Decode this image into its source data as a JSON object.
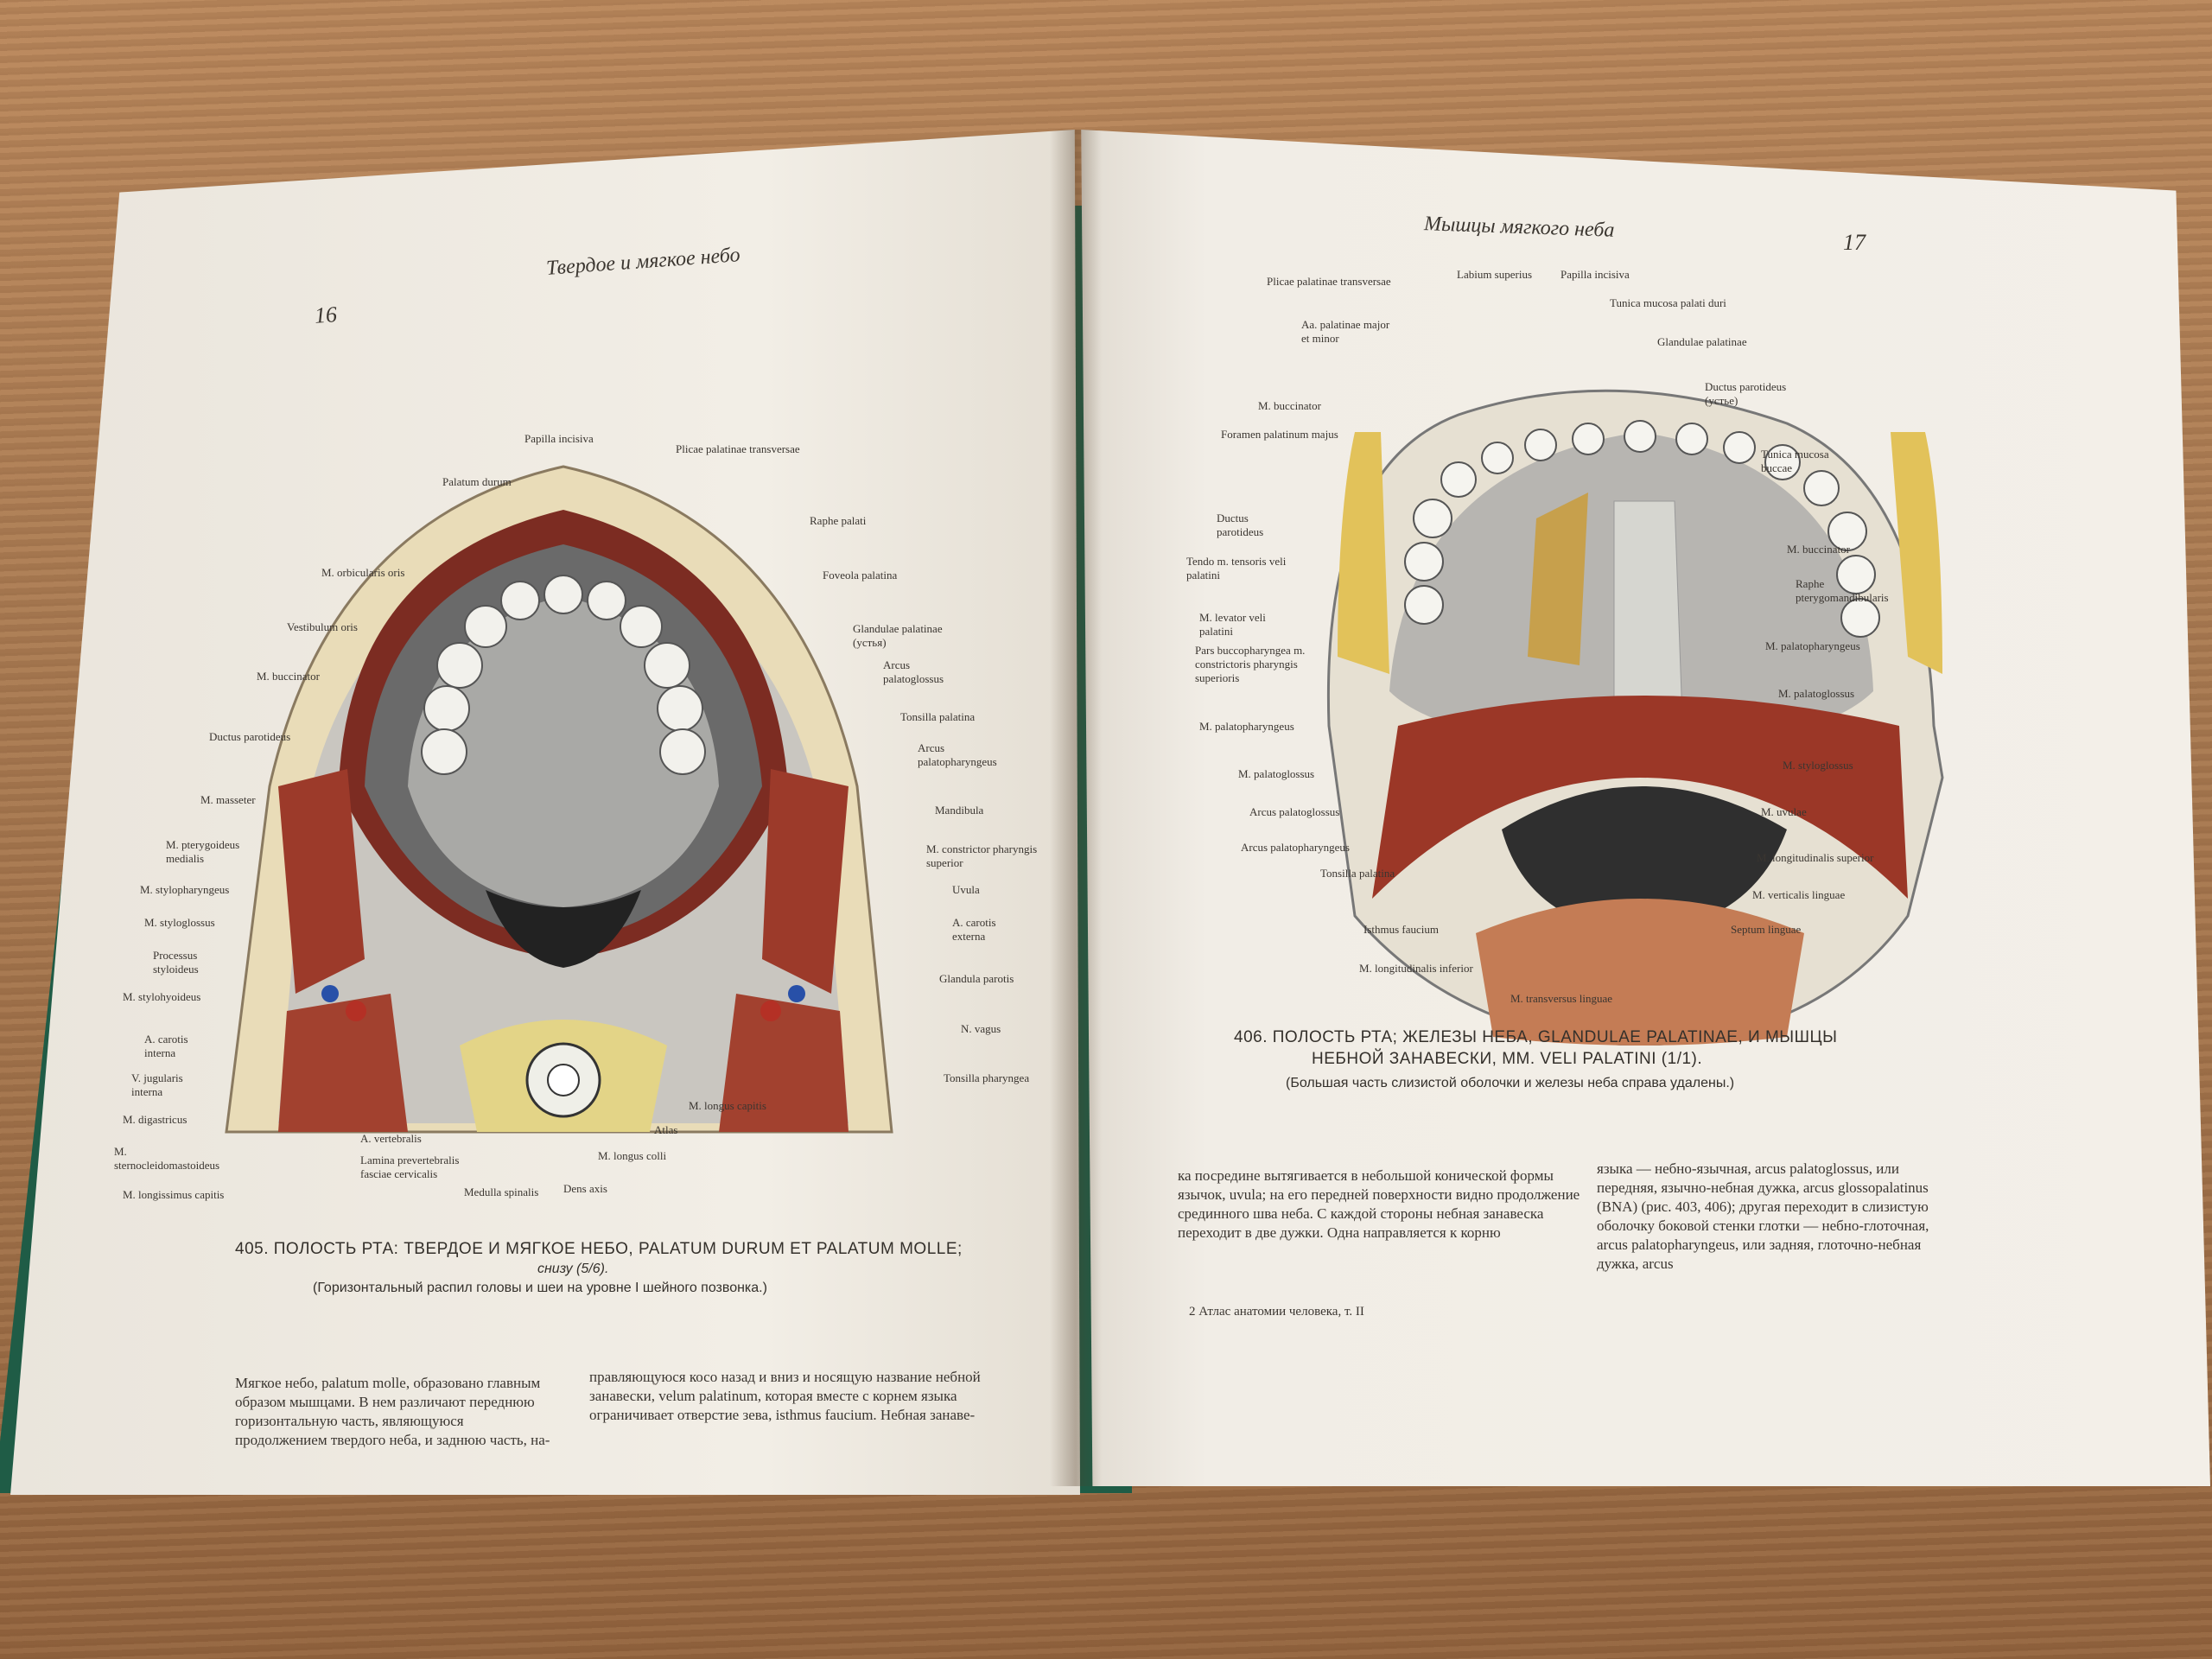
{
  "left_page": {
    "header": "Твердое и мягкое небо",
    "page_number": "16",
    "labels_left": [
      "Palatum durum",
      "M. orbicularis oris",
      "Vestibulum oris",
      "M. buccinator",
      "Ductus parotideus",
      "M. masseter",
      "M. pterygoideus medialis",
      "M. stylopharyngeus",
      "M. styloglossus",
      "Processus styloideus",
      "M. stylohyoideus",
      "A. carotis interna",
      "V. jugularis interna",
      "M. digastricus",
      "M. sternocleidomastoideus",
      "M. longissimus capitis"
    ],
    "labels_right": [
      "Papilla incisiva",
      "Plicae palatinae transversae",
      "Raphe palati",
      "Foveola palatina",
      "Glandulae palatinae (устья)",
      "Arcus palatoglossus",
      "Tonsilla palatina",
      "Arcus palatopharyngeus",
      "Mandibula",
      "M. constrictor pharyngis superior",
      "Uvula",
      "A. carotis externa",
      "Glandula parotis",
      "N. vagus",
      "Tonsilla pharyngea"
    ],
    "labels_bottom": [
      "A. vertebralis",
      "Lamina prevertebralis fasciae cervicalis",
      "Atlas",
      "M. longus capitis",
      "M. longus colli",
      "Medulla spinalis",
      "Dens axis"
    ],
    "caption_title": "405. ПОЛОСТЬ РТА: ТВЕРДОЕ И МЯГКОЕ НЕБО, PALATUM DURUM ET PALATUM MOLLE;",
    "caption_view": "снизу (5/6).",
    "caption_note": "(Горизонтальный распил головы и шеи на уровне I шейного позвонка.)",
    "body_col1": "Мягкое небо, palatum molle, образовано главным образом мышцами. В нем различают переднюю горизонтальную часть, являющуюся продолжением твердого неба, и заднюю часть, на-",
    "body_col2": "правляющуюся косо назад и вниз и носящую название небной занавески, velum palatinum, которая вместе с корнем языка ограничивает отверстие зева, isthmus faucium. Небная занаве-"
  },
  "right_page": {
    "header": "Мышцы мягкого неба",
    "page_number": "17",
    "labels_left": [
      "Plicae palatinae transversae",
      "Aa. palatinae major et minor",
      "M. buccinator",
      "Foramen palatinum majus",
      "Ductus parotideus",
      "Tendo m. tensoris veli palatini",
      "M. levator veli palatini",
      "Pars buccopharyngea m. constrictoris pharyngis superioris",
      "M. palatopharyngeus",
      "M. palatoglossus",
      "Arcus palatoglossus",
      "Arcus palatopharyngeus",
      "Tonsilla palatina",
      "Isthmus faucium",
      "M. longitudinalis inferior",
      "M. transversus linguae"
    ],
    "labels_top": [
      "Labium superius",
      "Papilla incisiva",
      "Tunica mucosa palati duri",
      "Glandulae palatinae",
      "Ductus parotideus (устье)"
    ],
    "labels_right": [
      "Tunica mucosa buccae",
      "M. buccinator",
      "Raphe pterygomandibularis",
      "M. palatopharyngeus",
      "M. palatoglossus",
      "M. styloglossus",
      "M. uvulae",
      "M. longitudinalis superior",
      "M. verticalis linguae",
      "Septum linguae"
    ],
    "caption_title_1": "406. ПОЛОСТЬ РТА; ЖЕЛЕЗЫ НЕБА, GLANDULAE PALATINAE, И МЫШЦЫ",
    "caption_title_2": "НЕБНОЙ ЗАНАВЕСКИ, MM. VELI PALATINI (1/1).",
    "caption_note": "(Большая часть слизистой оболочки и железы неба справа удалены.)",
    "body_col1": "ка посредине вытягивается в небольшой конической формы язычок, uvula; на его передней поверхности видно продолжение срединного шва неба. С каждой стороны небная занавеска переходит в две дужки. Одна направляется к корню",
    "body_col2": "языка — небно-язычная, arcus palatoglossus, или передняя, язычно-небная дужка, arcus glossopalatinus (BNA) (рис. 403, 406); другая переходит в слизистую оболочку боковой стенки глотки — небно-глоточная, arcus palatopharyngeus, или задняя, глоточно-небная дужка, arcus",
    "footer": "2  Атлас анатомии человека, т. II"
  },
  "colors": {
    "table": "#a97a52",
    "cover": "#1f5c46",
    "paper": "#f0ece3",
    "muscle": "#9c3a2a",
    "fat": "#e8d28a",
    "gray": "#9a9a98"
  }
}
